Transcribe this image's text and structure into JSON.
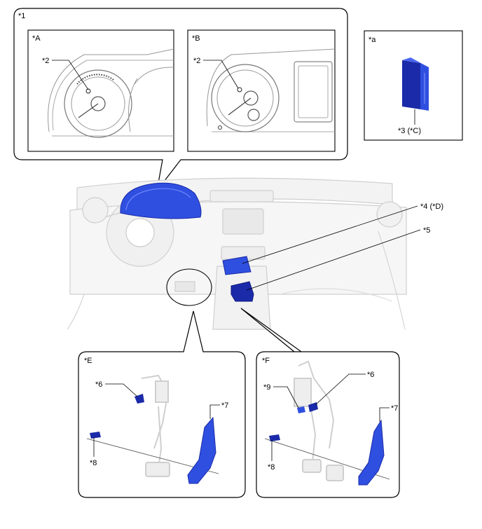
{
  "labels": {
    "callout_1": "*1",
    "view_A": "*A",
    "view_B": "*B",
    "view_a": "*a",
    "view_E": "*E",
    "view_F": "*F",
    "part_2_a": "*2",
    "part_2_b": "*2",
    "part_3": "*3 (*C)",
    "part_4": "*4 (*D)",
    "part_5": "*5",
    "part_6_e": "*6",
    "part_6_f": "*6",
    "part_7_e": "*7",
    "part_7_f": "*7",
    "part_8_e": "*8",
    "part_8_f": "*8",
    "part_9": "*9"
  },
  "colors": {
    "highlight_blue": "#2f4fe0",
    "highlight_dark_blue": "#1a2aa8",
    "line_gray": "#bdbdbd",
    "frame": "#000000"
  }
}
